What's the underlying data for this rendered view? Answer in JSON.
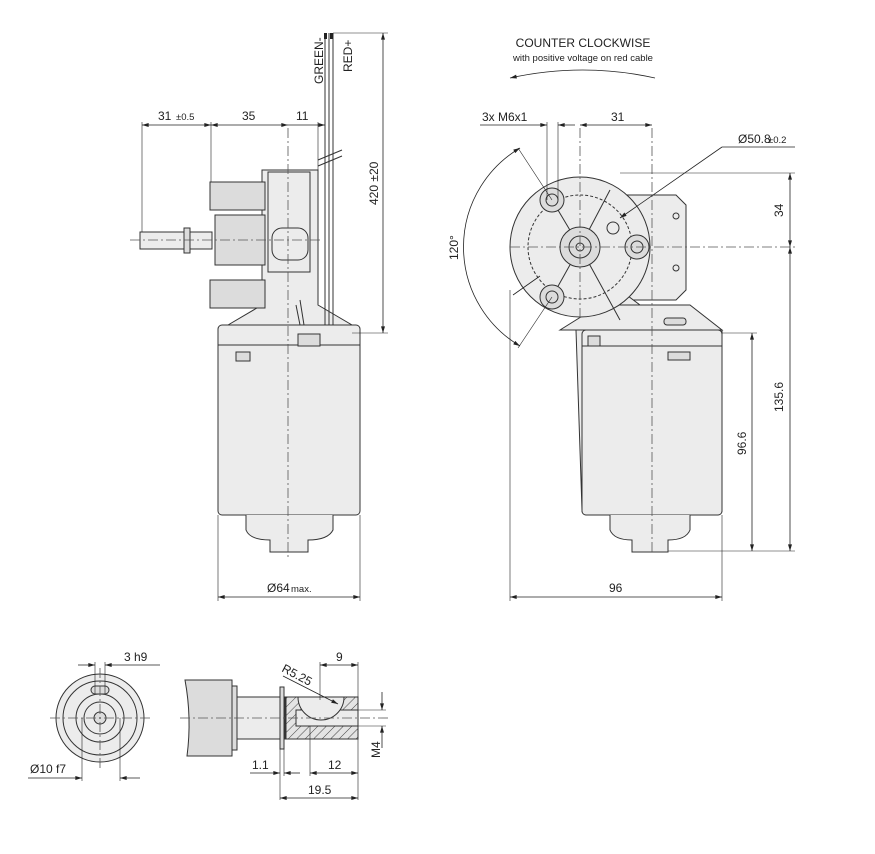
{
  "side_view": {
    "dim_shaft_length": "31",
    "dim_shaft_tol": "±0.5",
    "dim_gear_to_axis": "35",
    "dim_axis_to_plate": "11",
    "cable_green": "GREEN-",
    "cable_red": "RED+",
    "dim_cable_length": "420 ±20",
    "dim_diameter": "Ø64",
    "dim_diameter_note": "max."
  },
  "front_view": {
    "rotation_title": "COUNTER CLOCKWISE",
    "rotation_subtitle": "with positive voltage on red cable",
    "dim_threads": "3x M6x1",
    "dim_offset": "31",
    "dim_bolt_circle": "Ø50.8",
    "dim_bolt_circle_tol": "±0.2",
    "dim_angle": "120°",
    "dim_height_top": "34",
    "dim_total_height": "135.6",
    "dim_motor_height": "96.6",
    "dim_width": "96"
  },
  "shaft_end_view": {
    "dim_key": "3 h9",
    "dim_shaft_diameter": "Ø10 f7"
  },
  "shaft_detail": {
    "dim_radius": "R5.25",
    "dim_key_pos": "9",
    "dim_washer": "1.1",
    "dim_thread_depth": "12",
    "dim_shaft_length": "19.5",
    "dim_thread": "M4"
  }
}
